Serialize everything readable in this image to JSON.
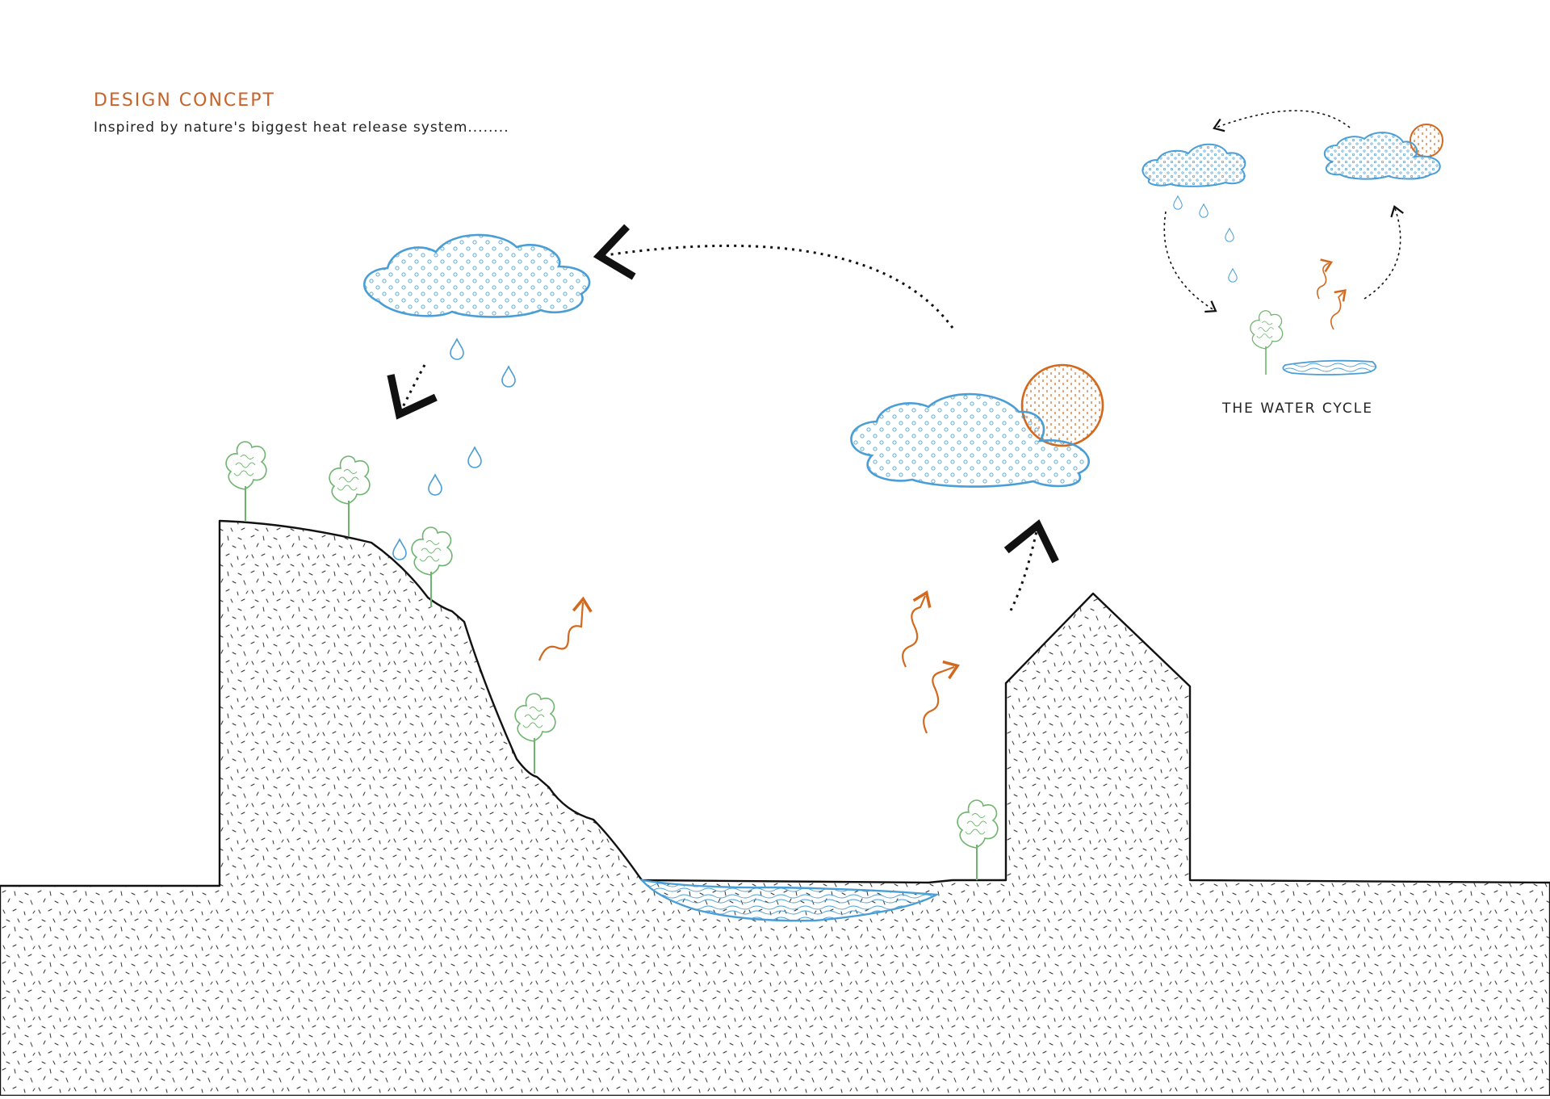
{
  "header": {
    "title": "DESIGN CONCEPT",
    "subtitle": "Inspired by nature's biggest heat release system........"
  },
  "inset": {
    "label": "THE WATER CYCLE"
  },
  "colors": {
    "title": "#c8622a",
    "water": "#4a9ed6",
    "heat": "#d2691e",
    "tree": "#6db56d",
    "ground_stroke": "#111111",
    "arrow": "#111111"
  },
  "icons": [
    "cloud-icon",
    "raindrop-icon",
    "sun-icon",
    "tree-icon",
    "heat-wave-icon",
    "dotted-arrow-icon",
    "water-body-icon"
  ]
}
